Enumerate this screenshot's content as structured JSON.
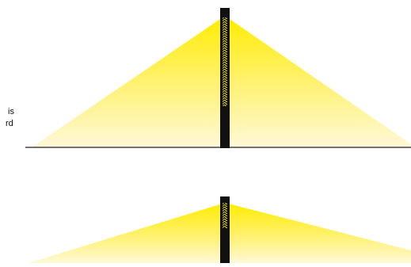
{
  "text_fragments": [
    "is",
    "rd"
  ],
  "colors": {
    "light_bright": "#ffec00",
    "light_faint": "#fff6c8",
    "post": "#111111",
    "coil": "#f2e100",
    "ground": "#222222",
    "background": "#ffffff"
  },
  "panels": [
    {
      "name": "upper-panel",
      "description_text_index": 0
    },
    {
      "name": "lower-panel"
    }
  ]
}
